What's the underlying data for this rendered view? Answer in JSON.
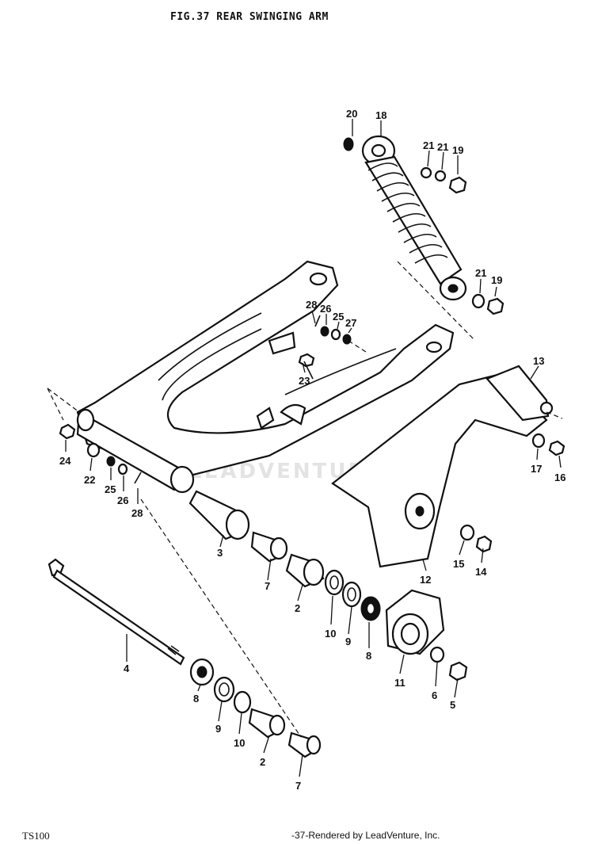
{
  "title": "FIG.37  REAR SWINGING ARM",
  "watermark": "LEADVENTURE",
  "footer": {
    "model": "TS100",
    "page_credit": "-37-Rendered by LeadVenture, Inc."
  },
  "callouts": [
    {
      "id": "c20",
      "label": "20"
    },
    {
      "id": "c18",
      "label": "18"
    },
    {
      "id": "c21a",
      "label": "21"
    },
    {
      "id": "c21b",
      "label": "21"
    },
    {
      "id": "c19a",
      "label": "19"
    },
    {
      "id": "c21c",
      "label": "21"
    },
    {
      "id": "c19b",
      "label": "19"
    },
    {
      "id": "c28a",
      "label": "28"
    },
    {
      "id": "c26a",
      "label": "26"
    },
    {
      "id": "c25a",
      "label": "25"
    },
    {
      "id": "c27",
      "label": "27"
    },
    {
      "id": "c23",
      "label": "23"
    },
    {
      "id": "c13",
      "label": "13"
    },
    {
      "id": "c24",
      "label": "24"
    },
    {
      "id": "c22",
      "label": "22"
    },
    {
      "id": "c25b",
      "label": "25"
    },
    {
      "id": "c26b",
      "label": "26"
    },
    {
      "id": "c28b",
      "label": "28"
    },
    {
      "id": "c17",
      "label": "17"
    },
    {
      "id": "c16",
      "label": "16"
    },
    {
      "id": "c3",
      "label": "3"
    },
    {
      "id": "c15",
      "label": "15"
    },
    {
      "id": "c14",
      "label": "14"
    },
    {
      "id": "c12",
      "label": "12"
    },
    {
      "id": "c7a",
      "label": "7"
    },
    {
      "id": "c2a",
      "label": "2"
    },
    {
      "id": "c10a",
      "label": "10"
    },
    {
      "id": "c9a",
      "label": "9"
    },
    {
      "id": "c8a",
      "label": "8"
    },
    {
      "id": "c4",
      "label": "4"
    },
    {
      "id": "c11",
      "label": "11"
    },
    {
      "id": "c6",
      "label": "6"
    },
    {
      "id": "c5",
      "label": "5"
    },
    {
      "id": "c8b",
      "label": "8"
    },
    {
      "id": "c9b",
      "label": "9"
    },
    {
      "id": "c10b",
      "label": "10"
    },
    {
      "id": "c2b",
      "label": "2"
    },
    {
      "id": "c7b",
      "label": "7"
    }
  ]
}
